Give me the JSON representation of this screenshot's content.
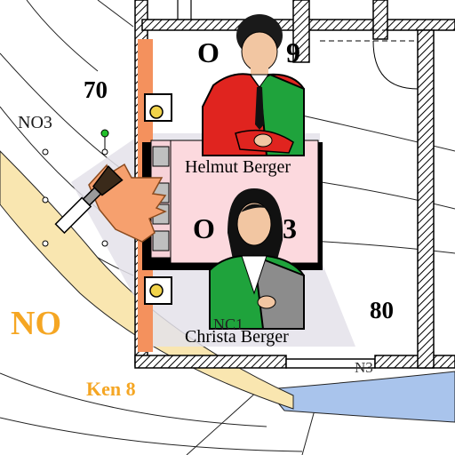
{
  "plan": {
    "room_labels": [
      "70",
      "80",
      "NO3"
    ],
    "zone_label": "NO",
    "street_label": "Ken 8",
    "corridor_label": "N3"
  },
  "desks": [
    {
      "label_left": "O",
      "label_right": "9",
      "occupant": "Helmut Berger"
    },
    {
      "label_left": "O",
      "label_right": "3",
      "occupant": "Christa Berger",
      "occluded_label": "NC1"
    }
  ],
  "tool": {
    "icon": "paintbrush-icon"
  },
  "colors": {
    "wall_accent": "#f4915d",
    "zone_stripe": "#f9e6b0",
    "river": "#a9c4ec",
    "desk": "#f7d2d8",
    "desk_top": "#fcd9de",
    "man_jacket": "#e0241f",
    "woman_jacket": "#1fa33c",
    "label_orange": "#f5a623"
  }
}
